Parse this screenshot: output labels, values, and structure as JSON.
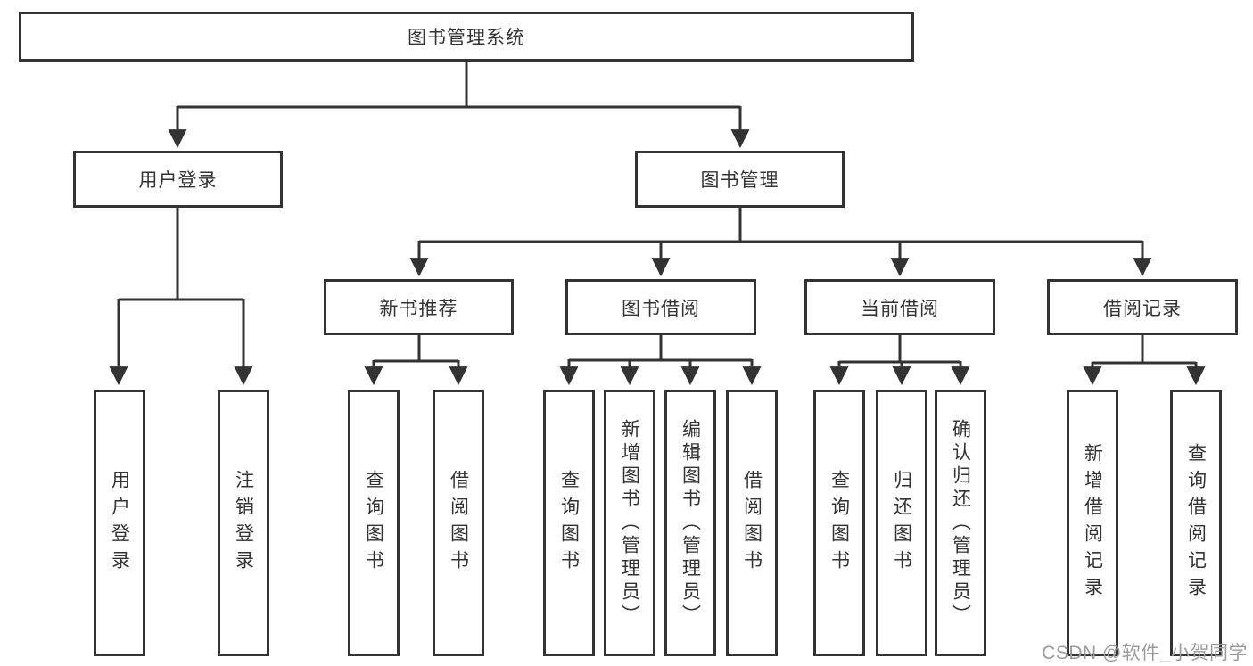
{
  "tree": {
    "label": "图书管理系统",
    "children": [
      {
        "label": "用户登录",
        "children": [
          {
            "label": "用户登录"
          },
          {
            "label": "注销登录"
          }
        ]
      },
      {
        "label": "图书管理",
        "children": [
          {
            "label": "新书推荐",
            "children": [
              {
                "label": "查询图书"
              },
              {
                "label": "借阅图书"
              }
            ]
          },
          {
            "label": "图书借阅",
            "children": [
              {
                "label": "查询图书"
              },
              {
                "label": "新增图书（管理员）"
              },
              {
                "label": "编辑图书（管理员）"
              },
              {
                "label": "借阅图书"
              }
            ]
          },
          {
            "label": "当前借阅",
            "children": [
              {
                "label": "查询图书"
              },
              {
                "label": "归还图书"
              },
              {
                "label": "确认归还（管理员）"
              }
            ]
          },
          {
            "label": "借阅记录",
            "children": [
              {
                "label": "新增借阅记录"
              },
              {
                "label": "查询借阅记录"
              }
            ]
          }
        ]
      }
    ]
  },
  "watermark": "CSDN @软件_小贺同学",
  "colors": {
    "line": "#333333",
    "box_border": "#333333",
    "text": "#333333",
    "watermark": "#9b9b9b",
    "background": "#ffffff"
  }
}
